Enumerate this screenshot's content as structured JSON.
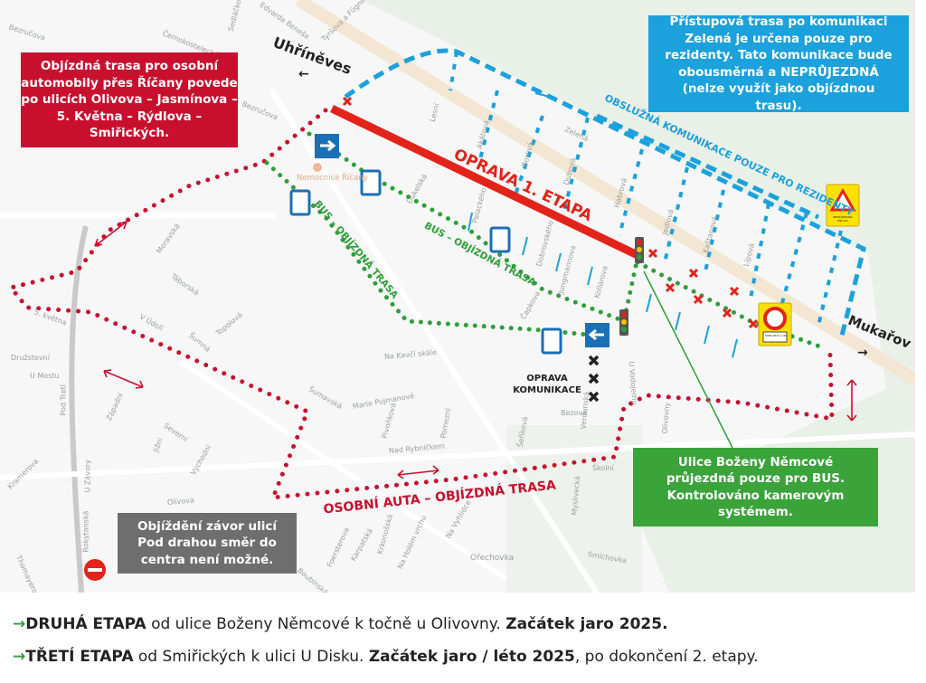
{
  "map": {
    "red_box": "Objízdná trasa pro osobní automobily přes Říčany povede po ulicích Olivova – Jasmínova – 5. Května – Rýdlova – Smiřických.",
    "blue_box": "Přístupová trasa po komunikaci Zelená je určena pouze pro rezidenty. Tato komunikace bude obousměrná a NEPRŮJEZDNÁ (nelze využít jako objízdnou trasu).",
    "gray_box": "Objíždění závor ulicí Pod drahou směr do centra není možné.",
    "green_box": "Ulice Boženy Němcové průjezdná pouze pro BUS. Kontrolováno kamerovým systémem.",
    "oprava_label": "OPRAVA 1. ETAPA",
    "residents_label": "OBSLUŽNÁ KOMUNIKACE POUZE PRO REZIDENTY",
    "bus_route_label": "BUS – OBJÍZDNÁ TRASA",
    "car_route_label": "OSOBNÍ AUTA – OBJÍZDNÁ TRASA",
    "road_repair_label": "OPRAVA KOMUNIKACE",
    "uhrineves": "Uhříněves",
    "mukarov": "Mukařov",
    "hospital": "Nemocnice Říčany",
    "warning_sign": "NEPRŮJEZDNÁ OBLAST",
    "no_entry_sign": "MIMO BUS A IZS",
    "streets": [
      "Bezručova",
      "Černokostelecká",
      "Edvarda Beneše",
      "Tyršova a Fügnera",
      "Sedláčkova",
      "Bezručova",
      "Lesní",
      "Akátová",
      "Borová",
      "Dubová",
      "Habrová",
      "Jedlová",
      "Kaštanová",
      "Lípová",
      "Zelená",
      "Palackého",
      "Dobrovského",
      "Jungmannova",
      "Kollárova",
      "Čapkova",
      "Dukelská",
      "Moravská",
      "Táborská",
      "Šumná",
      "Topolová",
      "V Údolí",
      "5. května",
      "Družstevní",
      "U Mostu",
      "Pod Tratí",
      "Západní",
      "Severní",
      "Jižní",
      "Východní",
      "Šumavská",
      "Marie Pujmanové",
      "Na Kavčí skále",
      "Pivoňková",
      "Nad Rybníčkem",
      "Pomezní",
      "Olivova",
      "U Závory",
      "Rokytanská",
      "Bezová",
      "Šeříková",
      "Verdunská",
      "Školní",
      "Myslivecká",
      "Ořechovka",
      "Smíchovka",
      "U Vodojemu",
      "Olivovny",
      "Boubínská",
      "Karpatská",
      "Krkonošská",
      "Na Holém vrchu",
      "Na Vyhlídce",
      "Foersterova",
      "Kramerova",
      "Thomayerova"
    ]
  },
  "footer": {
    "line1": {
      "arrow": "→",
      "bold1": "DRUHÁ ETAPA",
      "text": " od ulice Boženy Němcové k točně u Olivovny. ",
      "bold2": "Začátek jaro 2025."
    },
    "line2": {
      "arrow": "→",
      "bold1": "TŘETÍ ETAPA",
      "text": " od Smiřických k ulici U Disku. ",
      "bold2": "Začátek jaro / léto 2025",
      "text2": ", po dokončení 2. etapy."
    }
  },
  "colors": {
    "red": "#c8102e",
    "blue": "#1ba1dc",
    "green": "#2e9e3a",
    "gray": "#6e6e6e"
  }
}
